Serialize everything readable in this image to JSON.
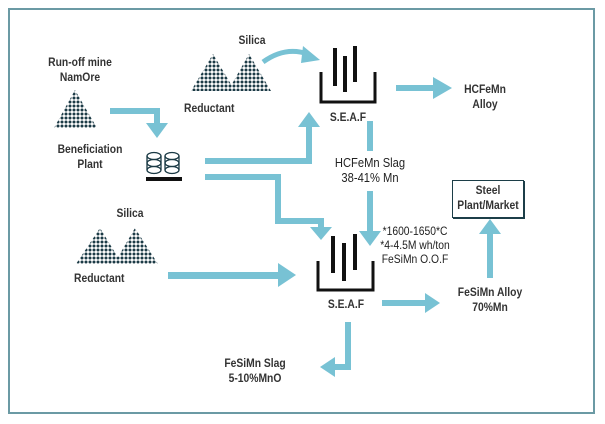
{
  "colors": {
    "arrow": "#78c2d4",
    "border": "#6b9aa4",
    "furnace": "#111111",
    "pile": "#1b3a45",
    "text": "#333333"
  },
  "nodes": {
    "runoff_mine": {
      "label_line1": "Run-off mine",
      "label_line2": "NamOre"
    },
    "beneficiation": {
      "label_line1": "Beneficiation",
      "label_line2": "Plant"
    },
    "top_silica": {
      "label": "Silica"
    },
    "top_reductant": {
      "label": "Reductant"
    },
    "top_seaf": {
      "label": "S.E.A.F"
    },
    "hcfemn_alloy": {
      "label_line1": "HCFeMn",
      "label_line2": "Alloy"
    },
    "hcfemn_slag": {
      "label_line1": "HCFeMn Slag",
      "label_line2": "38-41% Mn"
    },
    "process_notes": {
      "line1": "*1600-1650*C",
      "line2": "*4-4.5M wh/ton",
      "line3": "FeSiMn O.O.F"
    },
    "bottom_silica": {
      "label": "Silica"
    },
    "bottom_reductant": {
      "label": "Reductant"
    },
    "bottom_seaf": {
      "label": "S.E.A.F"
    },
    "fesimn_alloy": {
      "label_line1": "FeSiMn Alloy",
      "label_line2": "70%Mn"
    },
    "steel_plant": {
      "label_line1": "Steel",
      "label_line2": "Plant/Market"
    },
    "fesimn_slag": {
      "label_line1": "FeSiMn Slag",
      "label_line2": "5-10%MnO"
    }
  },
  "icons": {
    "ore_pile": "dotted-triangle-pile",
    "furnace": "submerged-electric-arc-furnace",
    "plant": "stacked-cylinders-plant"
  }
}
